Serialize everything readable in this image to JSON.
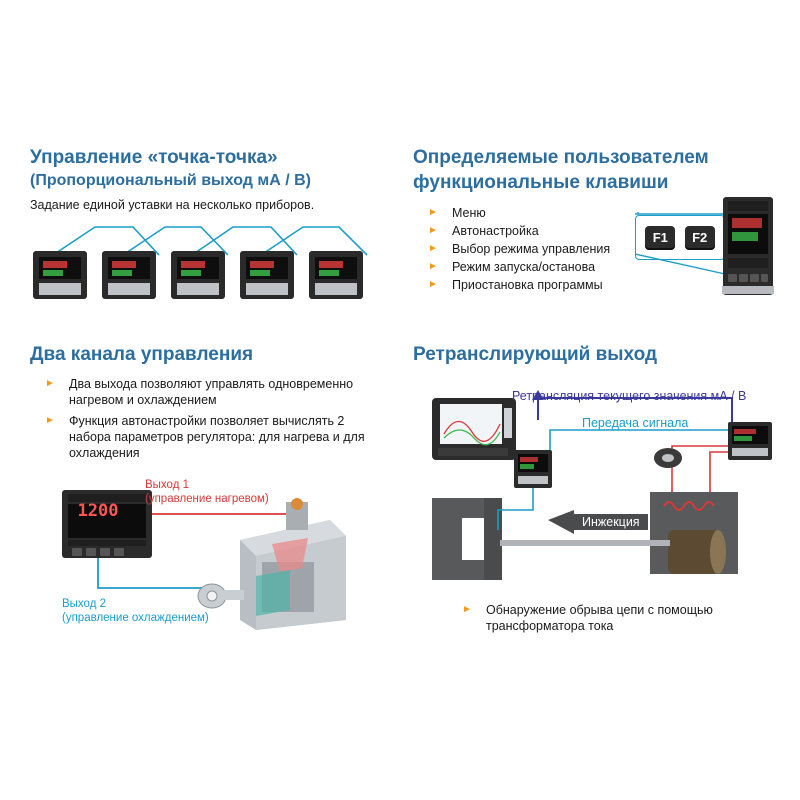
{
  "sections": {
    "p2p": {
      "title": "Управление «точка-точка»",
      "subtitle": "(Пропорциональный выход мА / В)",
      "text": "Задание единой уставки на несколько приборов."
    },
    "fkeys": {
      "title_line1": "Определяемые пользователем",
      "title_line2": "функциональные клавиши",
      "items": [
        "Меню",
        "Автонастройка",
        "Выбор режима управления",
        "Режим запуска/останова",
        "Приостановка программы"
      ],
      "key1": "F1",
      "key2": "F2"
    },
    "dual": {
      "title": "Два канала управления",
      "items": [
        "Два выхода позволяют управлять одновременно нагревом и охлаждением",
        "Функция автонастройки позволяет вычислять 2 набора параметров регулятора: для нагрева и для охлаждения"
      ],
      "out1_line1": "Выход 1",
      "out1_line2": "(управление нагревом)",
      "out2_line1": "Выход 2",
      "out2_line2": "(управление охлаждением)",
      "display_value": "1200"
    },
    "retrans": {
      "title": "Ретранслирующий выход",
      "retrans_label": "Ретрансляция текущего значения мА / В",
      "signal_label": "Передача сигнала",
      "injection_label": "Инжекция",
      "bullet": "Обнаружение обрыва цепи с помощью трансформатора тока"
    }
  },
  "bullet_glyph": "►",
  "colors": {
    "heading": "#2d6e9f",
    "bullet": "#f29b1b",
    "heat": "#d63a3a",
    "cool": "#1b9dc8",
    "retrans": "#3b3a9a"
  }
}
